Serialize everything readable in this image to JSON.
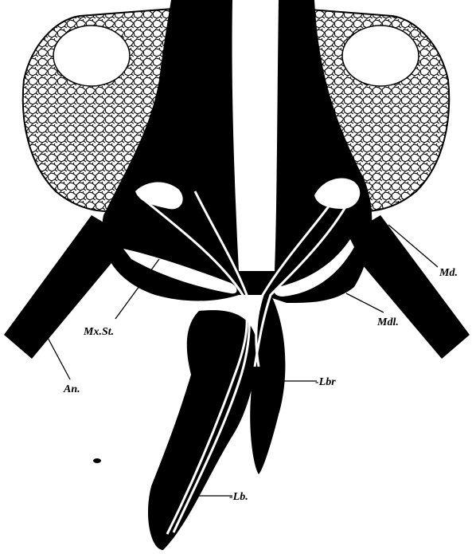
{
  "figure": {
    "labels": {
      "mandible": "Md.",
      "mandible_lever": "Mdl.",
      "maxillary_stylet": "Mx.St.",
      "antenna": "An.",
      "labrum": "-Lbr",
      "labium": "-Lb."
    }
  },
  "colors": {
    "ink": "#000000",
    "paper": "#ffffff"
  }
}
